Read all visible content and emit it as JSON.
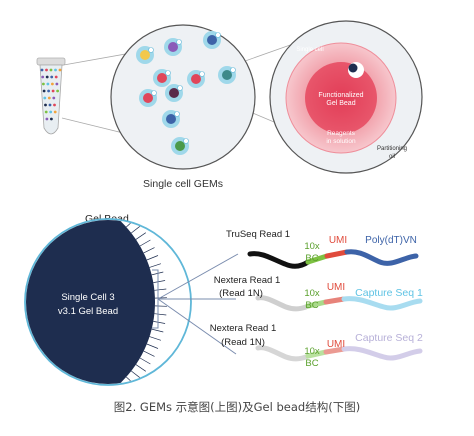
{
  "top": {
    "small_circle_label": "Single cell GEMs",
    "gem": {
      "single_cell": "Single cell",
      "bead_line1": "Functionalized",
      "bead_line2": "Gel Bead",
      "reagents_line1": "Reagents",
      "reagents_line2": "in solution",
      "oil_line1": "Partitioning",
      "oil_line2": "oil"
    }
  },
  "bottom": {
    "gel_bead_title": "Gel Bead",
    "bead_text_line1": "Single Cell 3",
    "bead_text_line2": "v3.1 Gel Bead",
    "strand1": {
      "read_label": "TruSeq Read 1",
      "bc_line1": "10x",
      "bc_line2": "BC",
      "umi": "UMI",
      "end_label": "Poly(dT)VN"
    },
    "strand2": {
      "read_line1": "Nextera Read 1",
      "read_line2": "(Read 1N)",
      "bc_line1": "10x",
      "bc_line2": "BC",
      "umi": "UMI",
      "end_label": "Capture Seq 1"
    },
    "strand3": {
      "read_line1": "Nextera Read 1",
      "read_line2": "(Read 1N)",
      "bc_line1": "10x",
      "bc_line2": "BC",
      "umi": "UMI",
      "end_label": "Capture Seq 2"
    }
  },
  "caption": "图2. GEMs 示意图(上图)及Gel bead结构(下图)",
  "colors": {
    "navy": "#1e2d4f",
    "gem_red": "#e0465a",
    "umi_red": "#e04b3c",
    "bc_green": "#7dc142",
    "polydt_blue": "#3d63a8",
    "capture1": "#5fc3e4",
    "capture2": "#b7b0d8",
    "grey_text": "#555555"
  }
}
